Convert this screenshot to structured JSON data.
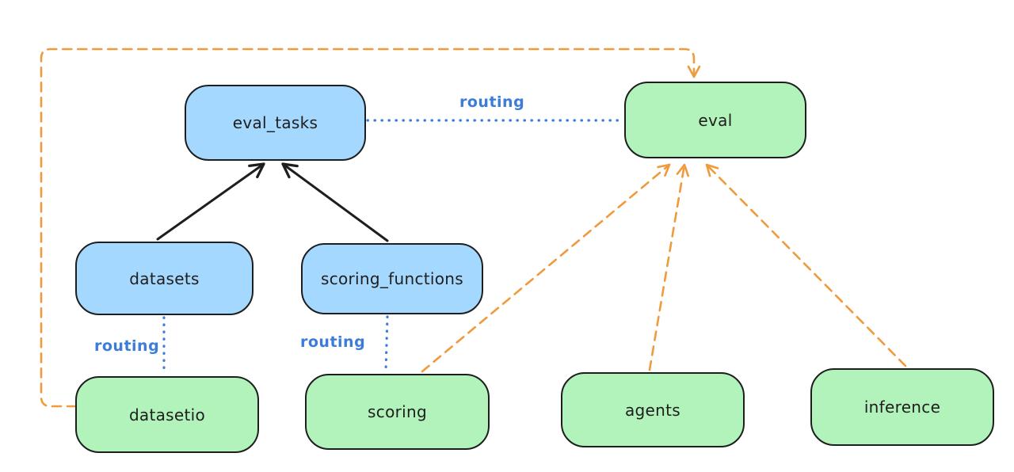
{
  "diagram": {
    "nodes": {
      "eval_tasks": {
        "label": "eval_tasks",
        "color": "blue"
      },
      "eval": {
        "label": "eval",
        "color": "green"
      },
      "datasets": {
        "label": "datasets",
        "color": "blue"
      },
      "scoring_functions": {
        "label": "scoring_functions",
        "color": "blue"
      },
      "datasetio": {
        "label": "datasetio",
        "color": "green"
      },
      "scoring": {
        "label": "scoring",
        "color": "green"
      },
      "agents": {
        "label": "agents",
        "color": "green"
      },
      "inference": {
        "label": "inference",
        "color": "green"
      }
    },
    "edge_labels": {
      "eval_tasks_eval": "routing",
      "datasets_datasetio": "routing",
      "scoring_functions_scoring": "routing"
    },
    "edges": [
      {
        "from": "datasets",
        "to": "eval_tasks",
        "style": "solid-black-arrow"
      },
      {
        "from": "scoring_functions",
        "to": "eval_tasks",
        "style": "solid-black-arrow"
      },
      {
        "from": "eval_tasks",
        "to": "eval",
        "style": "dotted-blue",
        "label": "routing"
      },
      {
        "from": "datasets",
        "to": "datasetio",
        "style": "dotted-blue",
        "label": "routing"
      },
      {
        "from": "scoring_functions",
        "to": "scoring",
        "style": "dotted-blue",
        "label": "routing"
      },
      {
        "from": "scoring",
        "to": "eval",
        "style": "dashed-orange-arrow"
      },
      {
        "from": "agents",
        "to": "eval",
        "style": "dashed-orange-arrow"
      },
      {
        "from": "inference",
        "to": "eval",
        "style": "dashed-orange-arrow"
      },
      {
        "from": "datasetio",
        "to": "eval",
        "style": "dashed-orange-arrow",
        "route": "around-left-and-top"
      }
    ],
    "colors": {
      "blue_fill": "#a5d8ff",
      "green_fill": "#b2f2bb",
      "stroke": "#1e1e1e",
      "routing_blue": "#3b7dd8",
      "provider_orange": "#ef9b3d",
      "background": "#ffffff"
    }
  }
}
